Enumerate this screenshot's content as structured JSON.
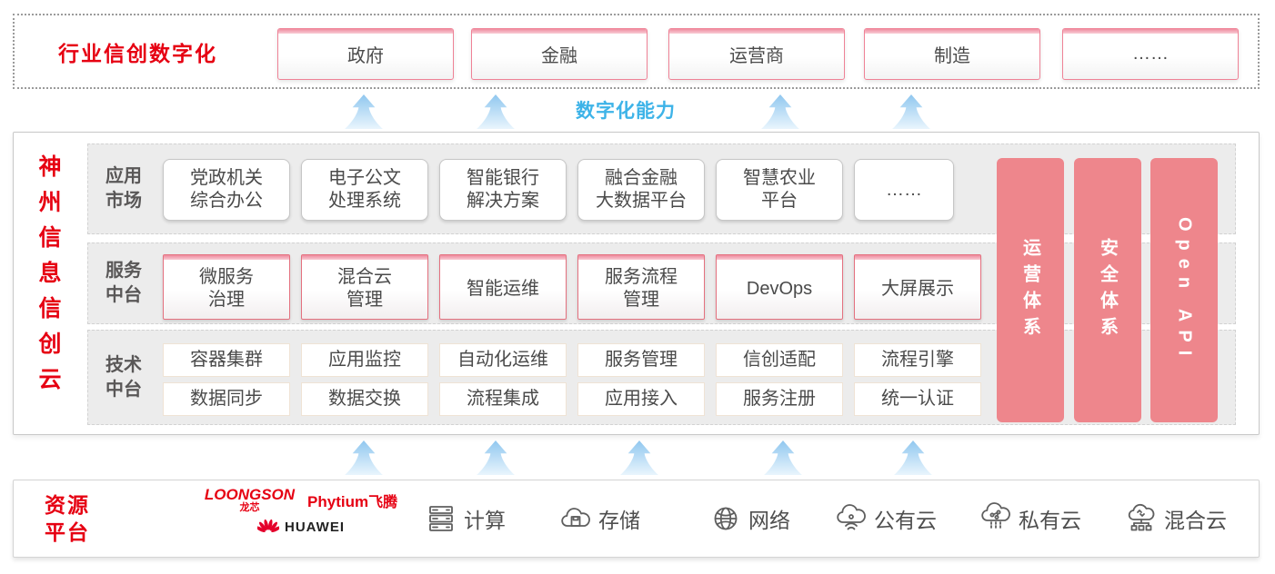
{
  "palette": {
    "brand_red": "#e60012",
    "pillar_salmon": "#ee868c",
    "capability_blue": "#3db3e8",
    "card_text_gray": "#4a4a4a",
    "label_gray": "#595757"
  },
  "industry_banner": {
    "title": "行业信创数字化",
    "sectors": [
      {
        "label": "政府"
      },
      {
        "label": "金融"
      },
      {
        "label": "运营商"
      },
      {
        "label": "制造"
      },
      {
        "label": "……"
      }
    ]
  },
  "capability": {
    "label": "数字化能力"
  },
  "platform": {
    "title": "神州信息信创云",
    "app_market": {
      "label": "应用\n市场",
      "items": [
        {
          "title": "党政机关\n综合办公"
        },
        {
          "title": "电子公文\n处理系统"
        },
        {
          "title": "智能银行\n解决方案"
        },
        {
          "title": "融合金融\n大数据平台"
        },
        {
          "title": "智慧农业\n平台"
        },
        {
          "title": "……"
        }
      ]
    },
    "service_platform": {
      "label": "服务\n中台",
      "items": [
        {
          "title": "微服务\n治理"
        },
        {
          "title": "混合云\n管理"
        },
        {
          "title": "智能运维"
        },
        {
          "title": "服务流程\n管理"
        },
        {
          "title": "DevOps"
        },
        {
          "title": "大屏展示"
        }
      ]
    },
    "tech_platform": {
      "label": "技术\n中台",
      "row1": [
        {
          "title": "容器集群"
        },
        {
          "title": "应用监控"
        },
        {
          "title": "自动化运维"
        },
        {
          "title": "服务管理"
        },
        {
          "title": "信创适配"
        },
        {
          "title": "流程引擎"
        }
      ],
      "row2": [
        {
          "title": "数据同步"
        },
        {
          "title": "数据交换"
        },
        {
          "title": "流程集成"
        },
        {
          "title": "应用接入"
        },
        {
          "title": "服务注册"
        },
        {
          "title": "统一认证"
        }
      ]
    },
    "pillars": [
      {
        "label": "运营体系"
      },
      {
        "label": "安全体系"
      },
      {
        "label": "Open API"
      }
    ]
  },
  "resource": {
    "label": "资源\n平台",
    "vendors": {
      "loongson": "LOONGSON",
      "loongson_cn": "龙芯",
      "phytium": "Phytium",
      "phytium_cn": "飞腾",
      "huawei": "HUAWEI"
    },
    "items": [
      {
        "icon": "compute-icon",
        "label": "计算"
      },
      {
        "icon": "storage-icon",
        "label": "存储"
      },
      {
        "icon": "network-icon",
        "label": "网络"
      },
      {
        "icon": "public-cloud-icon",
        "label": "公有云"
      },
      {
        "icon": "private-cloud-icon",
        "label": "私有云"
      },
      {
        "icon": "hybrid-cloud-icon",
        "label": "混合云"
      }
    ]
  }
}
